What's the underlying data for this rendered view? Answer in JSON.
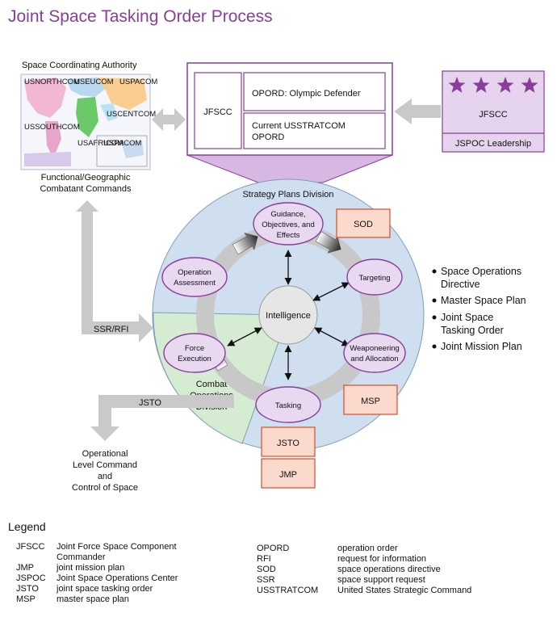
{
  "title": "Joint Space Tasking Order Process",
  "space_coordinating_authority": "Space Coordinating Authority",
  "map_caption": [
    "Functional/Geographic",
    "Combatant Commands"
  ],
  "jfscc_label": "JFSCC",
  "opord_olympic": "OPORD: Olympic Defender",
  "current_opord": [
    "Current USSTRATCOM",
    "OPORD"
  ],
  "leadership_box": {
    "label": "JFSCC",
    "footer": "JSPOC Leadership",
    "stars": 4
  },
  "strategy_plans_division": "Strategy Plans Division",
  "combat_operations_division": [
    "Combat",
    "Operations",
    "Division"
  ],
  "intelligence": "Intelligence",
  "nodes": {
    "guidance": [
      "Guidance,",
      "Objectives, and",
      "Effects"
    ],
    "targeting": "Targeting",
    "weaponeering": [
      "Weaponeering",
      "and Allocation"
    ],
    "tasking": "Tasking",
    "force_execution": [
      "Force",
      "Execution"
    ],
    "operation_assessment": [
      "Operation",
      "Assessment"
    ]
  },
  "products": {
    "sod": "SOD",
    "msp": "MSP",
    "jsto": "JSTO",
    "jmp": "JMP"
  },
  "ssr_rfi": "SSR/RFI",
  "jsto_arrow": "JSTO",
  "operational": [
    "Operational",
    "Level Command",
    "and",
    "Control of Space"
  ],
  "bullets": [
    [
      "Space Operations",
      "Directive"
    ],
    [
      "Master Space Plan"
    ],
    [
      "Joint Space",
      "Tasking Order"
    ],
    [
      "Joint Mission Plan"
    ]
  ],
  "legend": {
    "heading": "Legend",
    "left": [
      {
        "abbr": "JFSCC",
        "def": [
          "Joint Force Space Component",
          "Commander"
        ]
      },
      {
        "abbr": "JMP",
        "def": [
          "joint mission plan"
        ]
      },
      {
        "abbr": "JSPOC",
        "def": [
          "Joint Space Operations Center"
        ]
      },
      {
        "abbr": "JSTO",
        "def": [
          "joint space tasking order"
        ]
      },
      {
        "abbr": "MSP",
        "def": [
          "master space plan"
        ]
      }
    ],
    "right": [
      {
        "abbr": "OPORD",
        "def": "operation order"
      },
      {
        "abbr": "RFI",
        "def": "request for information"
      },
      {
        "abbr": "SOD",
        "def": "space operations directive"
      },
      {
        "abbr": "SSR",
        "def": "space support request"
      },
      {
        "abbr": "USSTRATCOM",
        "def": "United States Strategic Command"
      }
    ]
  },
  "map_labels": [
    "USNORTHCOM",
    "USEUCOM",
    "USPACOM",
    "USCENTCOM",
    "USSOUTHCOM",
    "USAFRICOM",
    "USPACOM"
  ],
  "colors": {
    "purple": "#8a3d9c",
    "node_fill": "#e8d8f0",
    "node_stroke": "#8a3d9c",
    "outer_blue": "#cfdff0",
    "green_sector": "#d6ecd2",
    "product_fill": "#fbd9cc",
    "product_stroke": "#d94b2b",
    "gray_arrow": "#c9c9c9"
  }
}
